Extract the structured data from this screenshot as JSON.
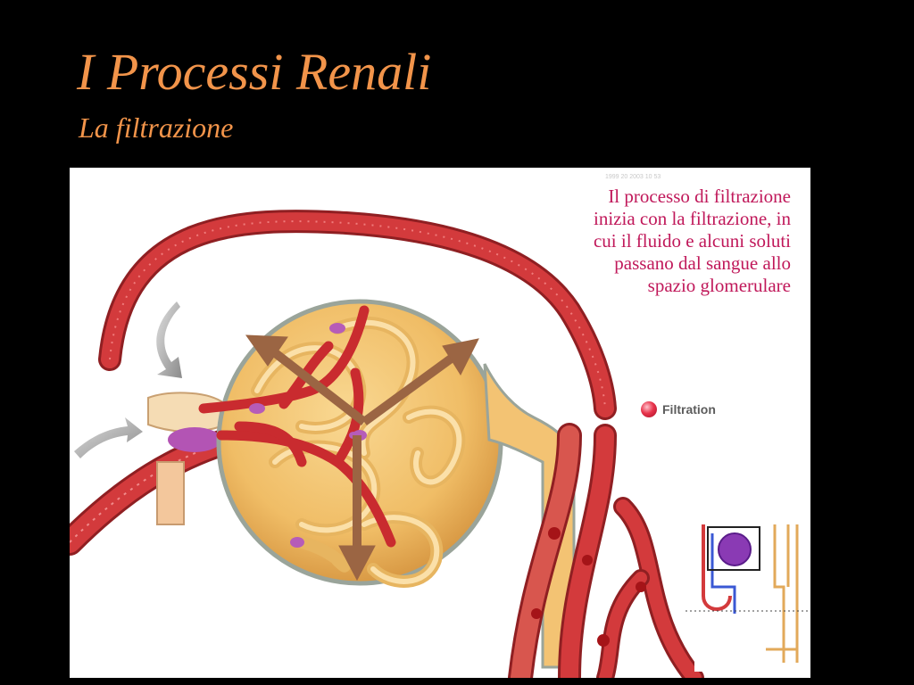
{
  "slide": {
    "title": "I Processi Renali",
    "subtitle": "La filtrazione"
  },
  "figure": {
    "caption": "Il processo di filtrazione inizia con la filtrazione, in cui il fluido e alcuni soluti passano dal sangue allo spazio glomerulare",
    "legend_label": "Filtration",
    "faint_top_text": "1999  20        2003     10  53",
    "colors": {
      "title": "#f2944a",
      "caption": "#c0185a",
      "vessel": "#d33a3c",
      "capsule": "#f3c373",
      "arrow": "#9b6543"
    }
  }
}
